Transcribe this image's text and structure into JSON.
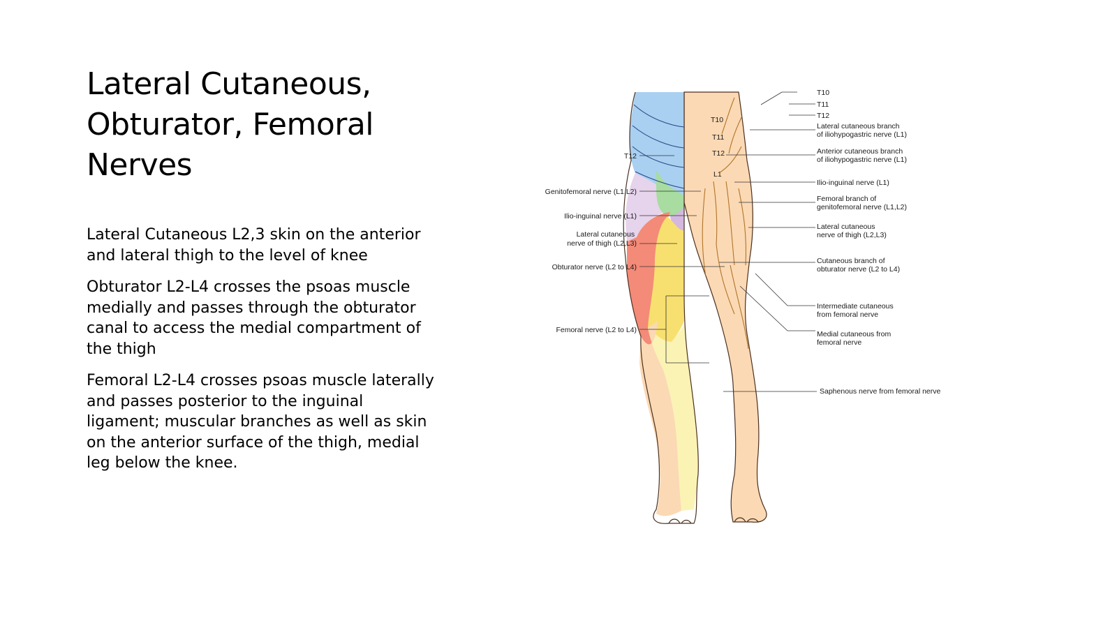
{
  "slide": {
    "title_lines": [
      "Lateral Cutaneous,",
      "Obturator, Femoral",
      "Nerves"
    ],
    "paragraphs": [
      "Lateral Cutaneous L2,3 skin on the anterior and lateral thigh to the level of knee",
      "Obturator L2-L4 crosses the psoas muscle medially and passes through the obturator canal to access the medial compartment of the thigh",
      "Femoral L2-L4 crosses psoas muscle laterally and passes posterior to the inguinal ligament; muscular branches as well as skin on the anterior surface of the thigh, medial leg below the knee."
    ]
  },
  "figure": {
    "dermatome_marks": [
      "T10",
      "T11",
      "T12",
      "L1"
    ],
    "left_labels": [
      {
        "lines": [
          "T12"
        ]
      },
      {
        "lines": [
          "Genitofemoral nerve (L1,L2)"
        ]
      },
      {
        "lines": [
          "Ilio-inguinal nerve (L1)"
        ]
      },
      {
        "lines": [
          "Lateral cutaneous",
          "nerve of thigh (L2,L3)"
        ]
      },
      {
        "lines": [
          "Obturator nerve (L2 to L4)"
        ]
      },
      {
        "lines": [
          "Femoral nerve (L2 to L4)"
        ]
      }
    ],
    "right_labels": [
      {
        "lines": [
          "T10"
        ]
      },
      {
        "lines": [
          "T11"
        ]
      },
      {
        "lines": [
          "T12"
        ]
      },
      {
        "lines": [
          "Lateral cutaneous branch",
          "of iliohypogastric nerve (L1)"
        ]
      },
      {
        "lines": [
          "Anterior cutaneous branch",
          "of iliohypogastric nerve (L1)"
        ]
      },
      {
        "lines": [
          "Ilio-inguinal nerve (L1)"
        ]
      },
      {
        "lines": [
          "Femoral branch of",
          "genitofemoral nerve (L1,L2)"
        ]
      },
      {
        "lines": [
          "Lateral cutaneous",
          "nerve of thigh (L2,L3)"
        ]
      },
      {
        "lines": [
          "Cutaneous branch of",
          "obturator nerve (L2 to L4)"
        ]
      },
      {
        "lines": [
          "Intermediate cutaneous",
          "from femoral nerve"
        ]
      },
      {
        "lines": [
          "Medial cutaneous from",
          "femoral nerve"
        ]
      },
      {
        "lines": [
          "Saphenous nerve from femoral nerve"
        ]
      }
    ],
    "colors": {
      "dermatome_blue": "#a9d0f0",
      "t12_lilac": "#e6d3ec",
      "genitofemoral_green": "#a8dca0",
      "ilioinguinal_purple": "#d4b8e0",
      "lateral_cutaneous_red": "#f48a78",
      "obturator_yellow": "#f8e070",
      "saphenous_pale_yellow": "#fbf3b4",
      "skin": "#fbd9b4",
      "nerve": "#b0742a"
    }
  }
}
